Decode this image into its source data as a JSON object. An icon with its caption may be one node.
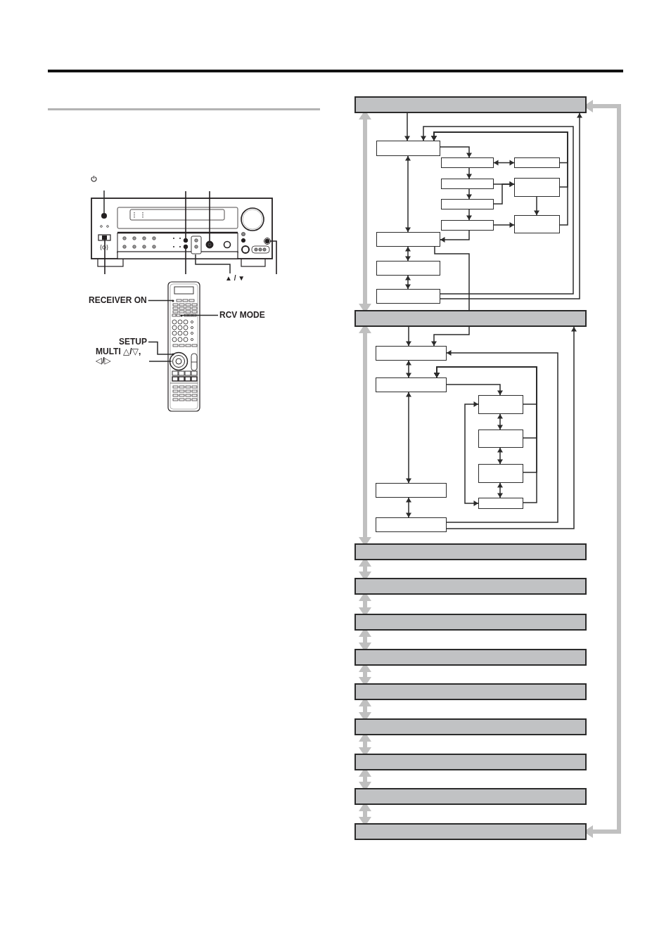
{
  "diagram": {
    "nodes": [
      {
        "text": [],
        "shape": "picture"
      },
      {
        "text": [
          "▲ / ▼"
        ]
      },
      {
        "text": [
          "RECEIVER ON"
        ]
      },
      {
        "text": [
          "RCV MODE"
        ]
      },
      {
        "text": [
          "SETUP"
        ]
      },
      {
        "text": [
          "MULTI △/▽, ◁/▷"
        ]
      },
      {
        "text": [],
        "shape": "bar"
      },
      {
        "text": [],
        "shape": "box"
      },
      {
        "text": [],
        "shape": "box"
      },
      {
        "text": [],
        "shape": "box"
      },
      {
        "text": [],
        "shape": "box"
      },
      {
        "text": [],
        "shape": "box"
      },
      {
        "text": [],
        "shape": "box"
      },
      {
        "text": [],
        "shape": "box"
      },
      {
        "text": [],
        "shape": "box"
      },
      {
        "text": [],
        "shape": "box"
      },
      {
        "text": [],
        "shape": "box"
      },
      {
        "text": [],
        "shape": "box"
      },
      {
        "text": [],
        "shape": "bar"
      },
      {
        "text": [],
        "shape": "box"
      },
      {
        "text": [],
        "shape": "box"
      },
      {
        "text": [],
        "shape": "box"
      },
      {
        "text": [],
        "shape": "box"
      },
      {
        "text": [],
        "shape": "box"
      },
      {
        "text": [],
        "shape": "box"
      },
      {
        "text": [],
        "shape": "box"
      },
      {
        "text": [],
        "shape": "box"
      },
      {
        "text": [],
        "shape": "bar"
      },
      {
        "text": [],
        "shape": "bar"
      },
      {
        "text": [],
        "shape": "bar"
      },
      {
        "text": [],
        "shape": "bar"
      },
      {
        "text": [],
        "shape": "bar"
      },
      {
        "text": [],
        "shape": "bar"
      },
      {
        "text": [],
        "shape": "bar"
      },
      {
        "text": [],
        "shape": "bar"
      },
      {
        "text": [],
        "shape": "bar"
      },
      {
        "text": [],
        "shape": "circle"
      }
    ],
    "edges": [
      {
        "from": 0,
        "to": 36,
        "arrow": "none"
      },
      {
        "from": 1,
        "to": null,
        "arrow": "none"
      },
      {
        "from": 2,
        "to": null,
        "arrow": "none"
      },
      {
        "from": 3,
        "to": null,
        "arrow": "none"
      },
      {
        "from": 4,
        "to": null,
        "arrow": "none"
      },
      {
        "from": 5,
        "to": null,
        "arrow": "none"
      },
      {
        "from": 6,
        "to": 7,
        "arrow": "to"
      },
      {
        "from": 7,
        "to": 8,
        "arrow": "to"
      },
      {
        "from": 8,
        "to": 9,
        "arrow": "both"
      },
      {
        "from": 8,
        "to": 10,
        "arrow": "to"
      },
      {
        "from": 10,
        "to": 12,
        "arrow": "to"
      },
      {
        "from": 12,
        "to": 13,
        "arrow": "to"
      },
      {
        "from": 10,
        "to": 11,
        "arrow": "to"
      },
      {
        "from": 12,
        "to": 11,
        "arrow": "to"
      },
      {
        "from": 11,
        "to": 14,
        "arrow": "to"
      },
      {
        "from": 13,
        "to": 14,
        "arrow": "to"
      },
      {
        "from": 13,
        "to": 15,
        "arrow": "to"
      },
      {
        "from": 9,
        "to": 7,
        "arrow": "to"
      },
      {
        "from": 11,
        "to": 7,
        "arrow": "to"
      },
      {
        "from": 14,
        "to": 7,
        "arrow": "to"
      },
      {
        "from": 17,
        "to": 7,
        "arrow": "to"
      },
      {
        "from": 17,
        "to": 6,
        "arrow": "to"
      },
      {
        "from": 7,
        "to": 15,
        "arrow": "both"
      },
      {
        "from": 15,
        "to": 16,
        "arrow": "both"
      },
      {
        "from": 16,
        "to": 17,
        "arrow": "both"
      },
      {
        "from": 15,
        "to": 18,
        "arrow": "none"
      },
      {
        "from": 6,
        "to": 18,
        "arrow": "both",
        "style": "thick",
        "color": "#c0c0c0"
      },
      {
        "from": 18,
        "to": 19,
        "arrow": "to"
      },
      {
        "from": 19,
        "to": 20,
        "arrow": "both"
      },
      {
        "from": 20,
        "to": 21,
        "arrow": "to"
      },
      {
        "from": 21,
        "to": 22,
        "arrow": "both"
      },
      {
        "from": 22,
        "to": 23,
        "arrow": "both"
      },
      {
        "from": 23,
        "to": 25,
        "arrow": "both"
      },
      {
        "from": 21,
        "to": 25,
        "arrow": "both"
      },
      {
        "from": 21,
        "to": 20,
        "arrow": "to"
      },
      {
        "from": 22,
        "to": 20,
        "arrow": "to"
      },
      {
        "from": 23,
        "to": 20,
        "arrow": "to"
      },
      {
        "from": 25,
        "to": 20,
        "arrow": "to"
      },
      {
        "from": 20,
        "to": 24,
        "arrow": "both"
      },
      {
        "from": 24,
        "to": 26,
        "arrow": "both"
      },
      {
        "from": 26,
        "to": 19,
        "arrow": "to"
      },
      {
        "from": 26,
        "to": 18,
        "arrow": "to"
      },
      {
        "from": 18,
        "to": 27,
        "arrow": "both",
        "style": "thick",
        "color": "#c0c0c0"
      },
      {
        "from": 27,
        "to": 28,
        "arrow": "both",
        "style": "thick",
        "color": "#c0c0c0"
      },
      {
        "from": 28,
        "to": 29,
        "arrow": "both",
        "style": "thick",
        "color": "#c0c0c0"
      },
      {
        "from": 29,
        "to": 30,
        "arrow": "both",
        "style": "thick",
        "color": "#c0c0c0"
      },
      {
        "from": 30,
        "to": 31,
        "arrow": "both",
        "style": "thick",
        "color": "#c0c0c0"
      },
      {
        "from": 31,
        "to": 32,
        "arrow": "both",
        "style": "thick",
        "color": "#c0c0c0"
      },
      {
        "from": 32,
        "to": 33,
        "arrow": "both",
        "style": "thick",
        "color": "#c0c0c0"
      },
      {
        "from": 33,
        "to": 34,
        "arrow": "both",
        "style": "thick",
        "color": "#c0c0c0"
      },
      {
        "from": 34,
        "to": 35,
        "arrow": "both",
        "style": "thick",
        "color": "#c0c0c0"
      },
      {
        "from": 35,
        "to": 6,
        "arrow": "both",
        "style": "thick",
        "color": "#c0c0c0"
      },
      {
        "from": 18,
        "to": 19,
        "arrow": "to"
      }
    ]
  }
}
